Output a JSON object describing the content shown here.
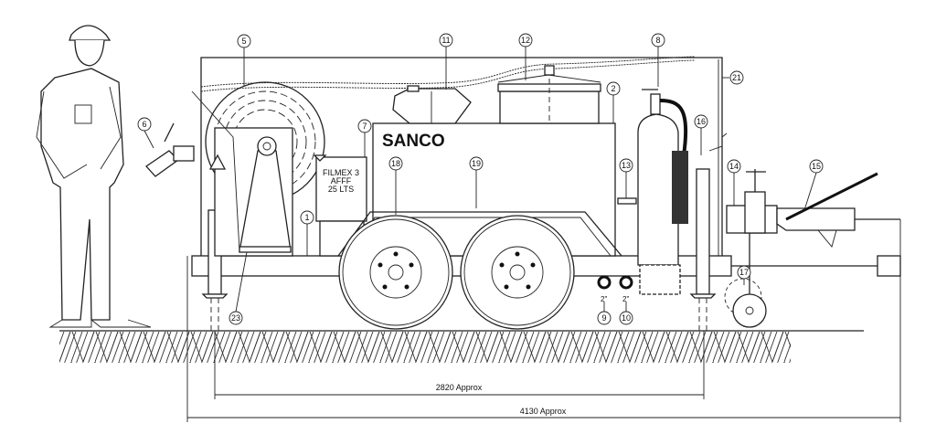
{
  "brand": "SANCO",
  "tank_label": [
    "FILMEX 3",
    "AFFF",
    "25 LTS"
  ],
  "pipe_sizes": [
    "2\"",
    "2\""
  ],
  "callouts": [
    "1",
    "2",
    "5",
    "6",
    "7",
    "8",
    "9",
    "10",
    "11",
    "12",
    "13",
    "14",
    "15",
    "16",
    "17",
    "18",
    "19",
    "21",
    "23"
  ],
  "dimensions": {
    "inner": "2820 Approx",
    "outer": "4130 Approx"
  }
}
